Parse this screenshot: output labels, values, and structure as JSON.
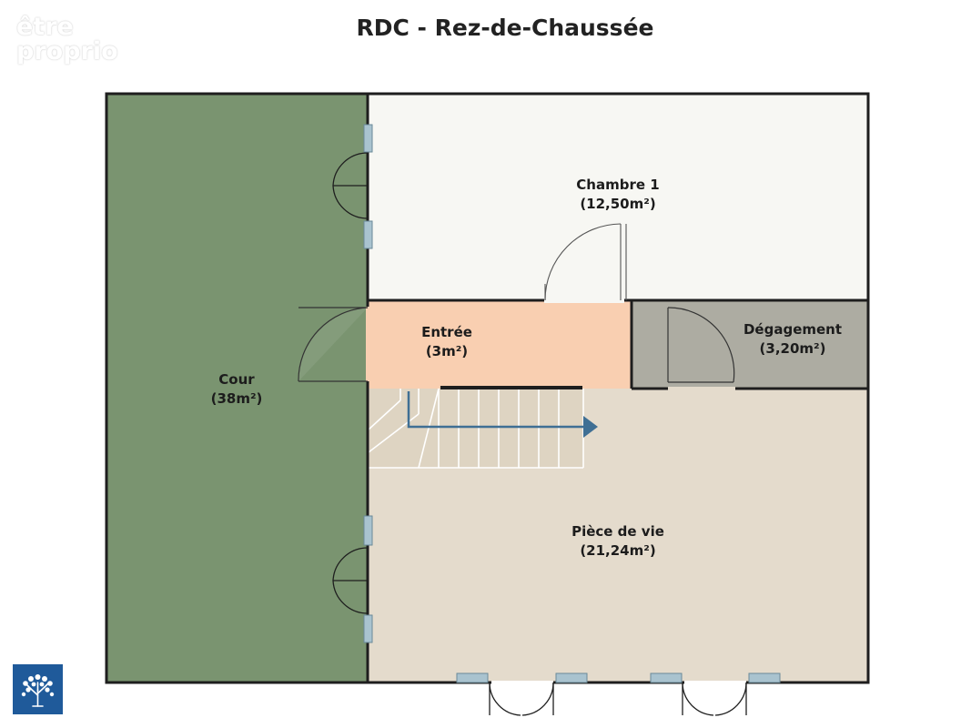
{
  "title": "RDC - Rez-de-Chaussée",
  "watermark": {
    "line1": "être",
    "line2": "proprio"
  },
  "rooms": {
    "cour": {
      "name": "Cour",
      "area": "(38m²)",
      "color": "#7a9470"
    },
    "chambre1": {
      "name": "Chambre 1",
      "area": "(12,50m²)",
      "color": "#f7f7f3"
    },
    "entree": {
      "name": "Entrée",
      "area": "(3m²)",
      "color": "#f9cfb1"
    },
    "degagement": {
      "name": "Dégagement",
      "area": "(3,20m²)",
      "color": "#adaca2"
    },
    "piece_de_vie": {
      "name": "Pièce de vie",
      "area": "(21,24m²)",
      "color": "#e4dbcc"
    }
  },
  "colors": {
    "wall": "#1e1e1e",
    "window": "#a9c3cf",
    "stair_arrow": "#3f6f94",
    "logo_bg": "#1f5a9a"
  },
  "icons": {
    "logo": "tree-logo-icon"
  }
}
